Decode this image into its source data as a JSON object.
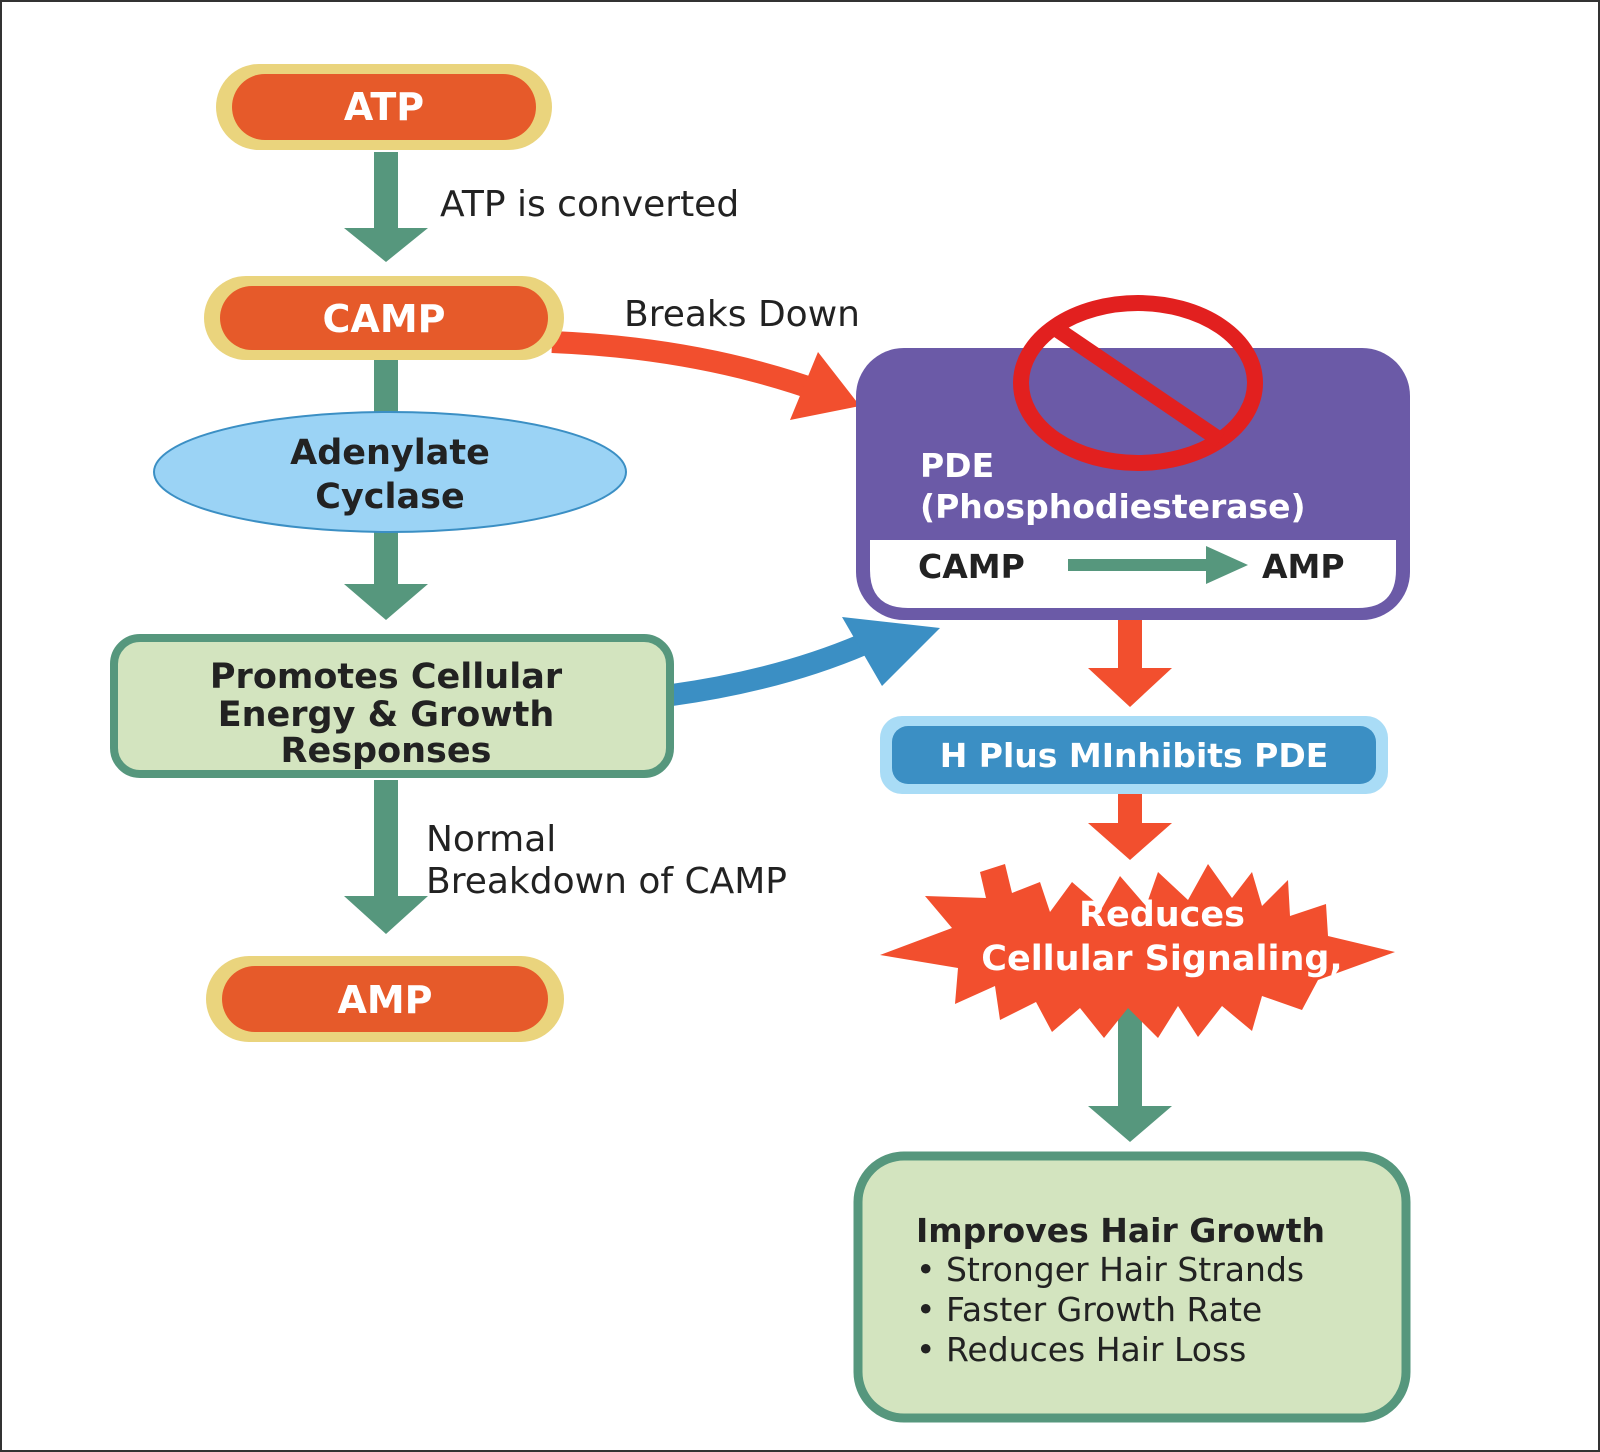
{
  "colors": {
    "pill_fill": "#e65a2a",
    "pill_border": "#ead47d",
    "flow_green": "#56977d",
    "flow_red": "#f24f2e",
    "flow_blue": "#3b8fc4",
    "pde_purple": "#6b5aa7",
    "ellipse_fill": "#9bd3f5",
    "green_box_fill": "#d3e4bf",
    "inhibit_fill": "#3b8fc4",
    "inhibit_border": "#a9dcf6",
    "no_sign_red": "#e2201f",
    "text_dark": "#222222"
  },
  "nodes": {
    "atp": "ATP",
    "camp": "CAMP",
    "adenylate_line1": "Adenylate",
    "adenylate_line2": "Cyclase",
    "promotes_line1": "Promotes Cellular",
    "promotes_line2": "Energy & Growth",
    "promotes_line3": "Responses",
    "amp": "AMP",
    "pde_line1": "PDE",
    "pde_line2": "(Phosphodiesterase)",
    "pde_reaction_from": "CAMP",
    "pde_reaction_to": "AMP",
    "inhibits": "H Plus MInhibits PDE",
    "reduces_line1": "Reduces",
    "reduces_line2": "Cellular Signaling,",
    "improves_title": "Improves Hair Growth",
    "improves_items": [
      "• Stronger Hair Strands",
      "• Faster Growth Rate",
      "• Reduces Hair Loss"
    ]
  },
  "edge_labels": {
    "atp_converted": "ATP is converted",
    "breaks_down": "Breaks Down",
    "normal_line1": "Normal",
    "normal_line2": "Breakdown of CAMP"
  }
}
